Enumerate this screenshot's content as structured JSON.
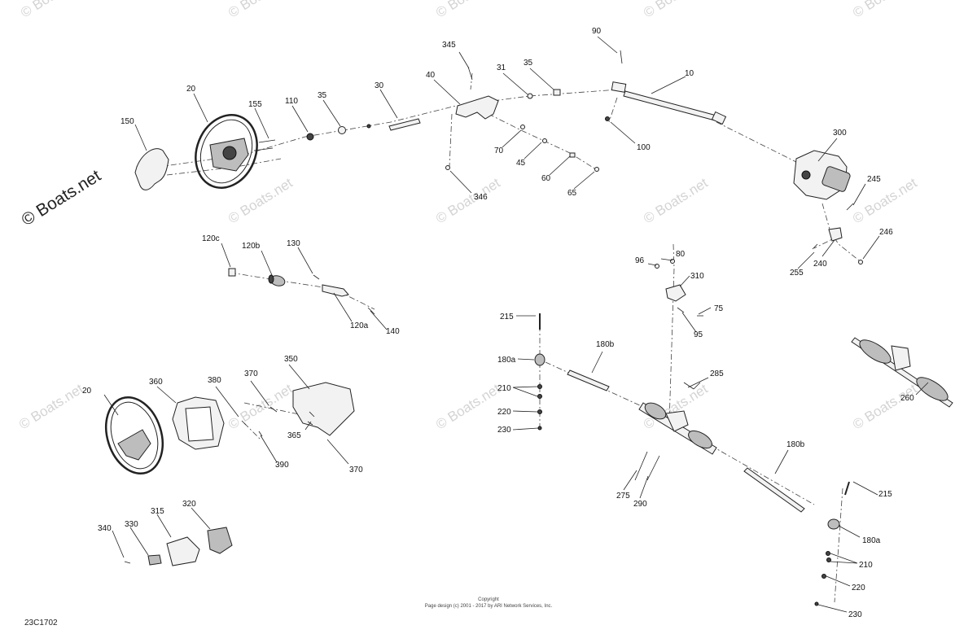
{
  "watermark": "© Boats.net",
  "brand": "© Boats.net",
  "diagram_code": "23C1702",
  "copyright": {
    "line1": "Copyright",
    "line2": "Page design (c) 2001 - 2017 by ARI Network Services, Inc."
  },
  "callouts": {
    "c150": "150",
    "c20a": "20",
    "c155": "155",
    "c110": "110",
    "c35a": "35",
    "c30": "30",
    "c40": "40",
    "c345": "345",
    "c31": "31",
    "c35b": "35",
    "c90": "90",
    "c10": "10",
    "c100": "100",
    "c300": "300",
    "c70": "70",
    "c45": "45",
    "c60": "60",
    "c65": "65",
    "c346": "346",
    "c245": "245",
    "c246": "246",
    "c240": "240",
    "c255": "255",
    "c120c": "120c",
    "c120b": "120b",
    "c130": "130",
    "c120a": "120a",
    "c140": "140",
    "c96": "96",
    "c80": "80",
    "c310": "310",
    "c75": "75",
    "c95": "95",
    "c215a": "215",
    "c180a1": "180a",
    "c210a": "210",
    "c220a": "220",
    "c230a": "230",
    "c180b1": "180b",
    "c285": "285",
    "c260": "260",
    "c20b": "20",
    "c360": "360",
    "c380": "380",
    "c370a": "370",
    "c350": "350",
    "c365": "365",
    "c390": "390",
    "c370b": "370",
    "c275": "275",
    "c290": "290",
    "c180b2": "180b",
    "c215b": "215",
    "c180a2": "180a",
    "c210b": "210",
    "c220b": "220",
    "c230b": "230",
    "c340": "340",
    "c330": "330",
    "c315": "315",
    "c320": "320"
  }
}
